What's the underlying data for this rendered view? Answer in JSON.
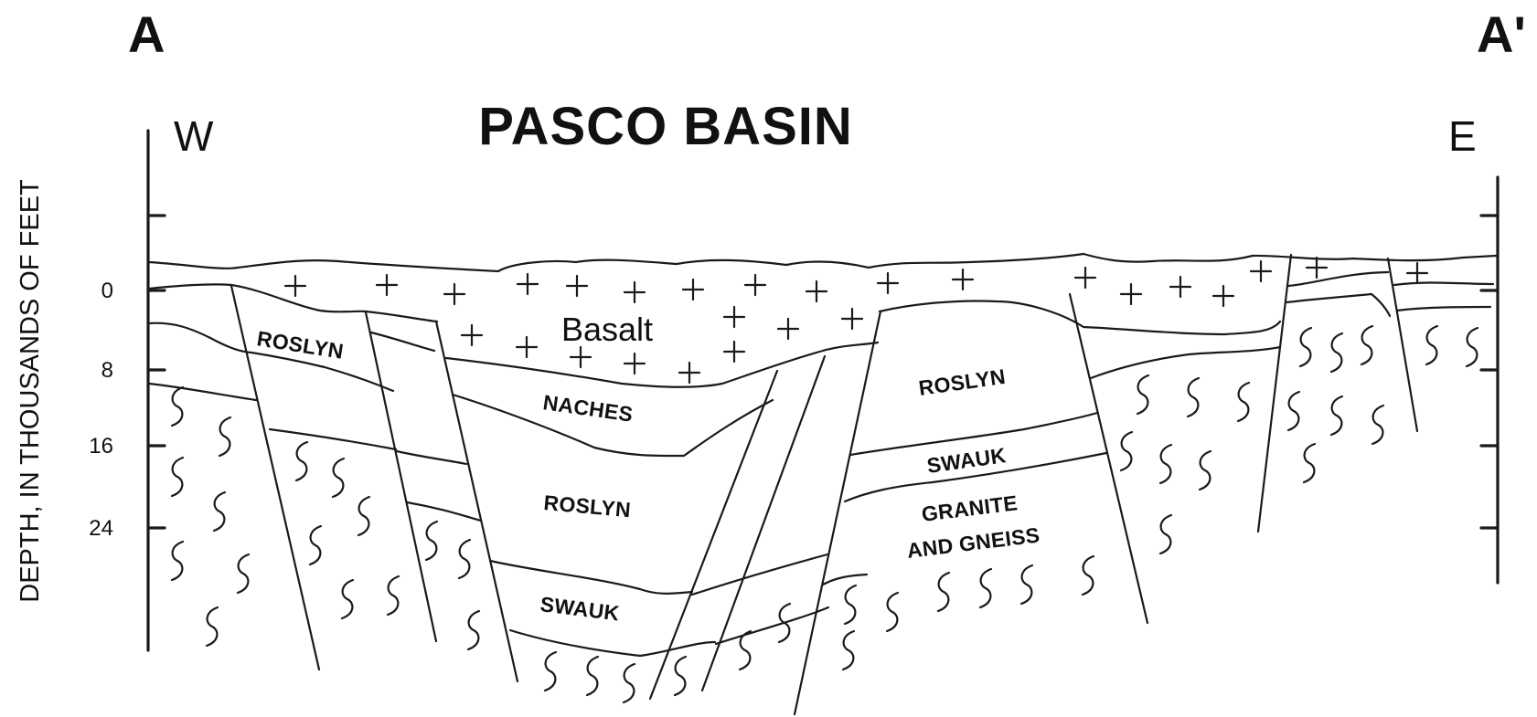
{
  "figure": {
    "section_start": "A",
    "section_end": "A'",
    "title": "PASCO   BASIN",
    "west": "W",
    "east": "E"
  },
  "depth_axis": {
    "label": "DEPTH, IN THOUSANDS OF FEET",
    "ticks": [
      "0",
      "8",
      "16",
      "24"
    ]
  },
  "units": {
    "basalt": "Basalt",
    "roslyn_west": "ROSLYN",
    "naches": "NACHES",
    "roslyn_graben": "ROSLYN",
    "swauk_graben": "SWAUK",
    "roslyn_east": "ROSLYN",
    "swauk_east": "SWAUK",
    "granite_line1": "GRANITE",
    "granite_line2": "AND GNEISS"
  },
  "symbols": {
    "basalt": "plus-sign",
    "basement": "wavy-s"
  }
}
